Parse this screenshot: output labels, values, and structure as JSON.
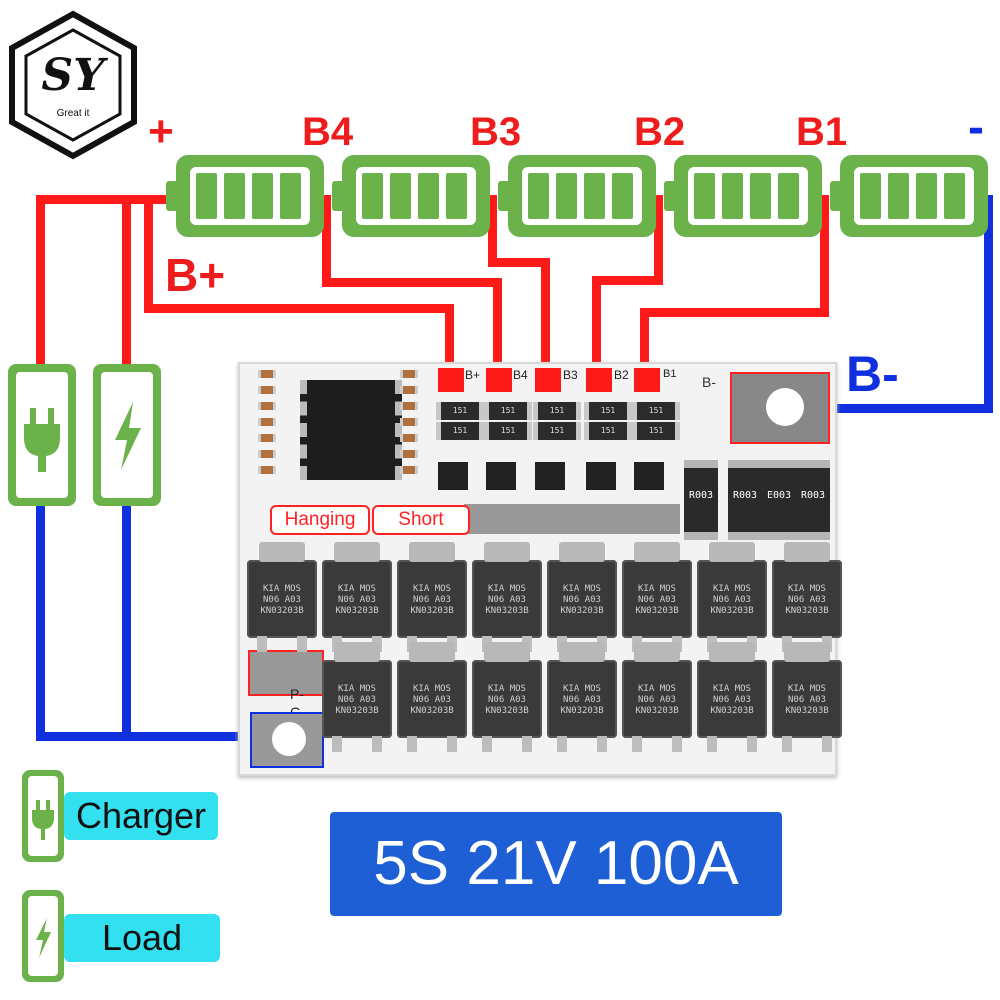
{
  "logo": {
    "letters": "SY",
    "tagline": "Great it"
  },
  "terminals": {
    "plus": "+",
    "minus": "-",
    "b_plus": "B+",
    "b_minus": "B-"
  },
  "cells": [
    "B4",
    "B3",
    "B2",
    "B1"
  ],
  "board": {
    "pads": [
      "B+",
      "B4",
      "B3",
      "B2",
      "B1",
      "B-"
    ],
    "silk": {
      "p_minus": "P-",
      "c_minus": "C-",
      "b3_minus": "B-"
    },
    "mosfet_marks": [
      "KIA",
      "MOS",
      "N06",
      "A03",
      "KN03203B"
    ],
    "resistor_marks": [
      "R003",
      "R003",
      "E003",
      "R003"
    ],
    "smd_mark": "151"
  },
  "tags": {
    "hanging": "Hanging",
    "short": "Short"
  },
  "legend": {
    "charger": "Charger",
    "load": "Load"
  },
  "spec": "5S 21V 100A",
  "colors": {
    "red": "#ff1a1a",
    "blue": "#1030e0",
    "green": "#6bb24a",
    "spec_bg": "#1f5fd6",
    "legend_bg": "#33e0f0"
  },
  "icons": {
    "charger": "plug-icon",
    "load": "lightning-icon"
  }
}
